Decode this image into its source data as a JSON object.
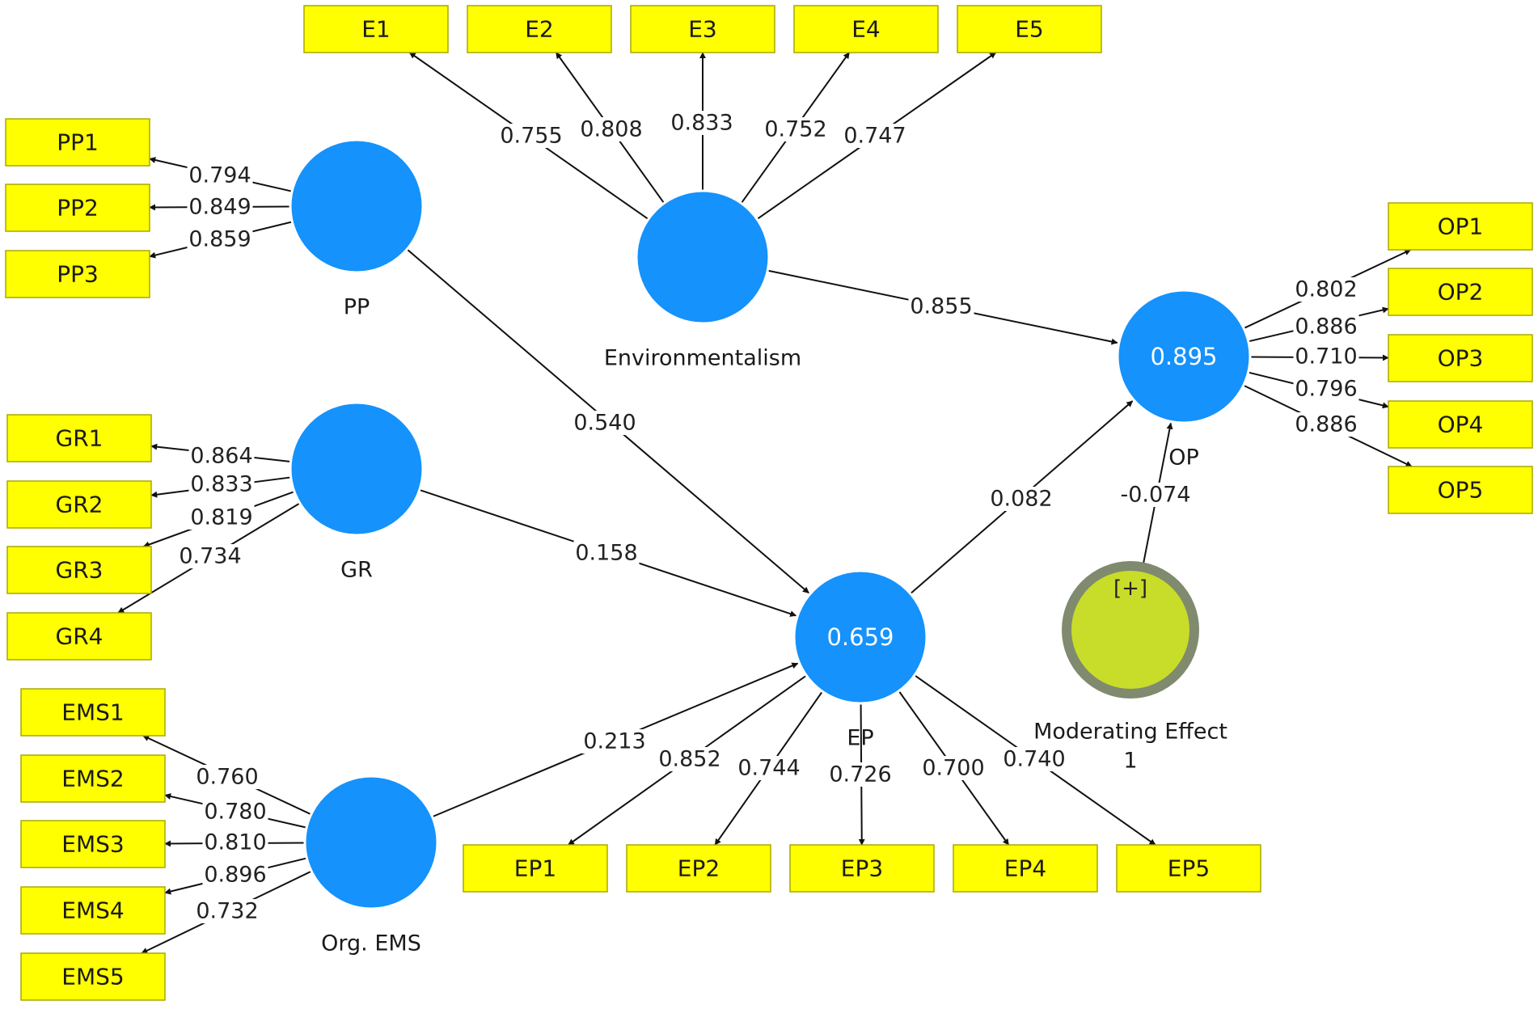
{
  "constructs": [
    {
      "id": "PP",
      "label": "PP",
      "r2": ""
    },
    {
      "id": "GR",
      "label": "GR",
      "r2": ""
    },
    {
      "id": "ENV",
      "label": "Environmentalism",
      "r2": ""
    },
    {
      "id": "OEMS",
      "label": "Org. EMS",
      "r2": ""
    },
    {
      "id": "EP",
      "label": "EP",
      "r2": "0.659"
    },
    {
      "id": "OP",
      "label": "OP",
      "r2": "0.895"
    },
    {
      "id": "MOD",
      "label": "Moderating Effect 1",
      "label_lines": [
        "Moderating Effect",
        "1"
      ],
      "expand_sign": "[+]",
      "r2": ""
    }
  ],
  "indicators": [
    "E1",
    "E2",
    "E3",
    "E4",
    "E5",
    "PP1",
    "PP2",
    "PP3",
    "GR1",
    "GR2",
    "GR3",
    "GR4",
    "EMS1",
    "EMS2",
    "EMS3",
    "EMS4",
    "EMS5",
    "EP1",
    "EP2",
    "EP3",
    "EP4",
    "EP5",
    "OP1",
    "OP2",
    "OP3",
    "OP4",
    "OP5"
  ],
  "outer_loadings": [
    {
      "construct": "ENV",
      "indicator": "E1",
      "value": "0.755"
    },
    {
      "construct": "ENV",
      "indicator": "E2",
      "value": "0.808"
    },
    {
      "construct": "ENV",
      "indicator": "E3",
      "value": "0.833"
    },
    {
      "construct": "ENV",
      "indicator": "E4",
      "value": "0.752"
    },
    {
      "construct": "ENV",
      "indicator": "E5",
      "value": "0.747"
    },
    {
      "construct": "PP",
      "indicator": "PP1",
      "value": "0.794"
    },
    {
      "construct": "PP",
      "indicator": "PP2",
      "value": "0.849"
    },
    {
      "construct": "PP",
      "indicator": "PP3",
      "value": "0.859"
    },
    {
      "construct": "GR",
      "indicator": "GR1",
      "value": "0.864"
    },
    {
      "construct": "GR",
      "indicator": "GR2",
      "value": "0.833"
    },
    {
      "construct": "GR",
      "indicator": "GR3",
      "value": "0.819"
    },
    {
      "construct": "GR",
      "indicator": "GR4",
      "value": "0.734"
    },
    {
      "construct": "OEMS",
      "indicator": "EMS1",
      "value": "0.760"
    },
    {
      "construct": "OEMS",
      "indicator": "EMS2",
      "value": "0.780"
    },
    {
      "construct": "OEMS",
      "indicator": "EMS3",
      "value": "0.810"
    },
    {
      "construct": "OEMS",
      "indicator": "EMS4",
      "value": "0.896"
    },
    {
      "construct": "OEMS",
      "indicator": "EMS5",
      "value": "0.732"
    },
    {
      "construct": "EP",
      "indicator": "EP1",
      "value": "0.852"
    },
    {
      "construct": "EP",
      "indicator": "EP2",
      "value": "0.744"
    },
    {
      "construct": "EP",
      "indicator": "EP3",
      "value": "0.726"
    },
    {
      "construct": "EP",
      "indicator": "EP4",
      "value": "0.700"
    },
    {
      "construct": "EP",
      "indicator": "EP5",
      "value": "0.740"
    },
    {
      "construct": "OP",
      "indicator": "OP1",
      "value": "0.802"
    },
    {
      "construct": "OP",
      "indicator": "OP2",
      "value": "0.886"
    },
    {
      "construct": "OP",
      "indicator": "OP3",
      "value": "0.710"
    },
    {
      "construct": "OP",
      "indicator": "OP4",
      "value": "0.796"
    },
    {
      "construct": "OP",
      "indicator": "OP5",
      "value": "0.886"
    }
  ],
  "path_coefficients": [
    {
      "from": "ENV",
      "to": "OP",
      "value": "0.855"
    },
    {
      "from": "PP",
      "to": "EP",
      "value": "0.540"
    },
    {
      "from": "GR",
      "to": "EP",
      "value": "0.158"
    },
    {
      "from": "OEMS",
      "to": "EP",
      "value": "0.213"
    },
    {
      "from": "EP",
      "to": "OP",
      "value": "0.082"
    },
    {
      "from": "MOD",
      "to": "OP",
      "value": "-0.074"
    }
  ],
  "colors": {
    "construct": "#1592fb",
    "indicator": "#ffff00",
    "moderator_fill": "#c8dc2a",
    "moderator_ring": "#808a6e"
  }
}
